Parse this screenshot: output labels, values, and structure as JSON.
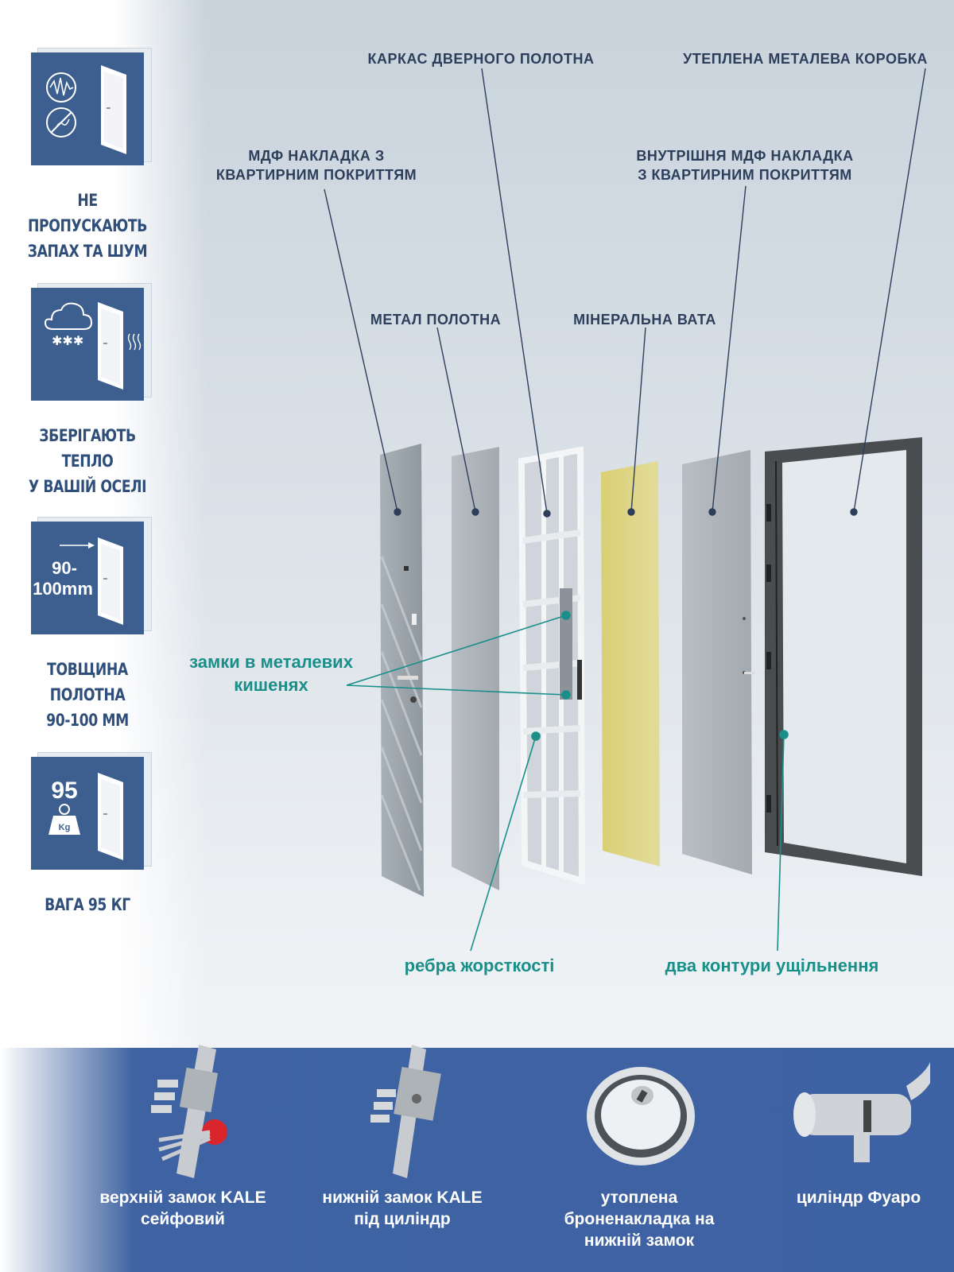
{
  "features": [
    {
      "caption_line1": "НЕ ПРОПУСКАЮТЬ",
      "caption_line2": "ЗАПАХ ТА ШУМ",
      "icon": "noise-smell-icon"
    },
    {
      "caption_line1": "ЗБЕРІГАЮТЬ ТЕПЛО",
      "caption_line2": "У ВАШІЙ ОСЕЛІ",
      "icon": "weather-icon"
    },
    {
      "caption_line1": "ТОВЩИНА ПОЛОТНА",
      "caption_line2": "90-100 ММ",
      "icon": "thickness-icon",
      "badge_line1": "90-",
      "badge_line2": "100mm"
    },
    {
      "caption_line1": "ВАГА 95 КГ",
      "caption_line2": "",
      "icon": "weight-icon",
      "badge_weight": "95",
      "badge_unit": "Kg"
    }
  ],
  "labels": {
    "frame": "КАРКАС ДВЕРНОГО ПОЛОТНА",
    "box": "УТЕПЛЕНА МЕТАЛЕВА КОРОБКА",
    "mdf_outer_line1": "МДФ НАКЛАДКА З",
    "mdf_outer_line2": "КВАРТИРНИМ ПОКРИТТЯМ",
    "mdf_inner_line1": "ВНУТРІШНЯ МДФ НАКЛАДКА",
    "mdf_inner_line2": "З КВАРТИРНИМ ПОКРИТТЯМ",
    "metal": "МЕТАЛ ПОЛОТНА",
    "wool": "МІНЕРАЛЬНА ВАТА"
  },
  "callouts": {
    "locks_line1": "замки в металевих",
    "locks_line2": "кишенях",
    "ribs": "ребра жорсткості",
    "seals": "два контури ущільнення"
  },
  "locks": [
    {
      "line1": "верхній замок KALE",
      "line2": "сейфовий",
      "line3": ""
    },
    {
      "line1": "нижній замок KALE",
      "line2": "під циліндр",
      "line3": ""
    },
    {
      "line1": "утоплена",
      "line2": "броненакладка на",
      "line3": "нижній замок"
    },
    {
      "line1": "циліндр Фуаро",
      "line2": "",
      "line3": ""
    }
  ],
  "colors": {
    "accent": "#3d62a3",
    "teal": "#1a8f8a",
    "label": "#2d3e5a"
  }
}
